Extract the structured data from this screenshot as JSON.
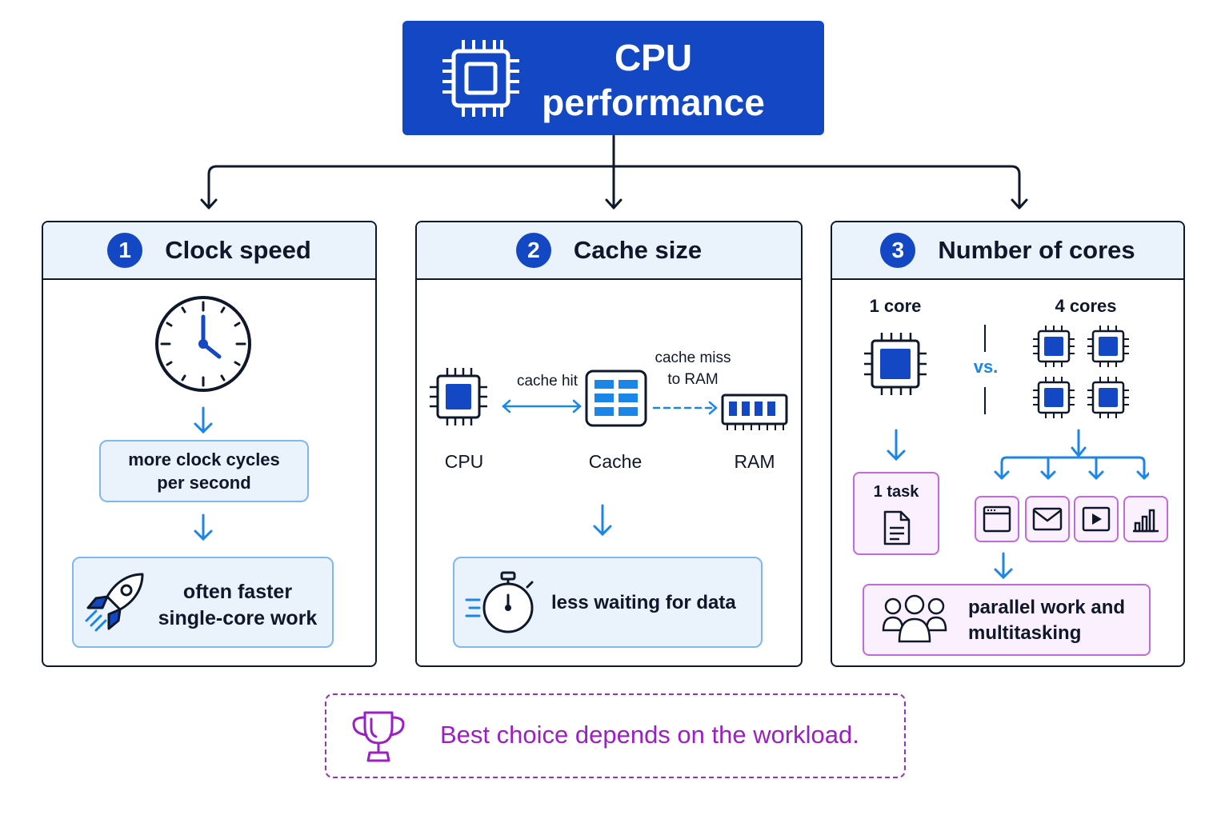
{
  "title": {
    "line1": "CPU",
    "line2": "performance"
  },
  "panels": [
    {
      "number": "1",
      "title": "Clock speed",
      "step1": {
        "line1": "more clock cycles",
        "line2": "per second"
      },
      "step2": {
        "line1": "often faster",
        "line2": "single-core work"
      }
    },
    {
      "number": "2",
      "title": "Cache size",
      "cpu_label": "CPU",
      "cache_label": "Cache",
      "ram_label": "RAM",
      "hit_label": "cache hit",
      "miss_label": {
        "line1": "cache miss",
        "line2": "to RAM"
      },
      "result": "less waiting for data"
    },
    {
      "number": "3",
      "title": "Number of cores",
      "one_core": "1 core",
      "four_cores": "4 cores",
      "vs": "vs.",
      "task": "1 task",
      "result": {
        "line1": "parallel work and",
        "line2": "multitasking"
      }
    }
  ],
  "footer": "Best choice depends on the workload.",
  "colors": {
    "primary": "#1347c4",
    "accent_blue": "#1a86e8",
    "purple": "#9b1fc4",
    "light_blue": "#eaf3fc"
  }
}
